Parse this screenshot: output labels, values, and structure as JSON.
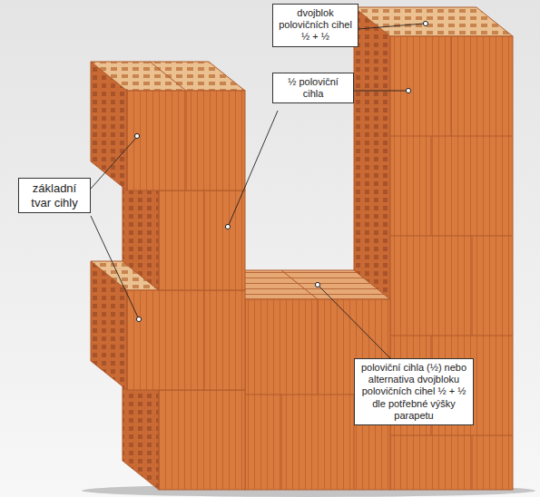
{
  "diagram": {
    "nodes": [
      {
        "text": [
          "dvojblok polovičních cihel ½ + ½"
        ]
      },
      {
        "text": [
          "½ poloviční cihla"
        ]
      },
      {
        "text": [
          "základní tvar cihly"
        ]
      },
      {
        "text": [
          "poloviční cihla (½) nebo alternativa dvojbloku polovičních cihel ½ + ½ dle potřebné výšky parapetu"
        ]
      }
    ]
  }
}
